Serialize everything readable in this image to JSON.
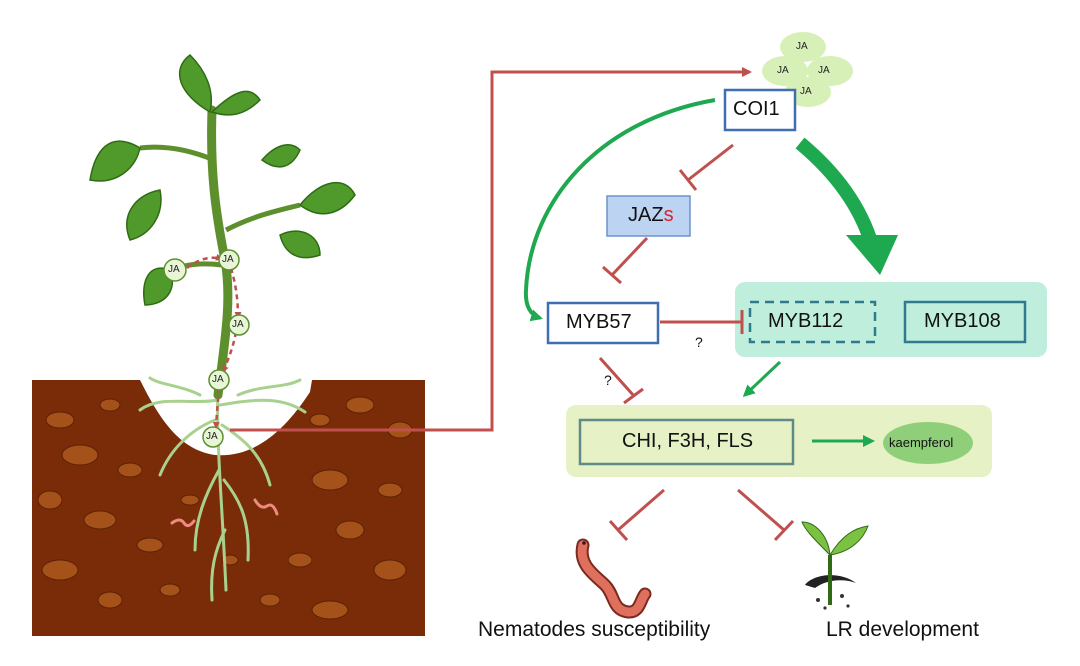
{
  "nodes": {
    "coi1": "COI1",
    "jazs_prefix": "JAZ",
    "jazs_suffix": "s",
    "myb57": "MYB57",
    "myb112": "MYB112",
    "myb108": "MYB108",
    "chi_f3h_fls": "CHI, F3H, FLS",
    "kaempferol": "kaempferol"
  },
  "ja_label": "JA",
  "unknown_marks": [
    "?",
    "?"
  ],
  "outcomes": {
    "nematodes": "Nematodes susceptibility",
    "lr": "LR development"
  },
  "colors": {
    "inhibit_red": "#c0504d",
    "activate_green": "#1ea84f",
    "box_blue": "#3f6fb0",
    "myb_teal_fill": "#bfeedd",
    "enzyme_fill": "#e6f2c6",
    "kaempferol_fill": "#8fcf7a",
    "soil": "#7a2c08",
    "jazs_s_red": "#e0202a"
  }
}
